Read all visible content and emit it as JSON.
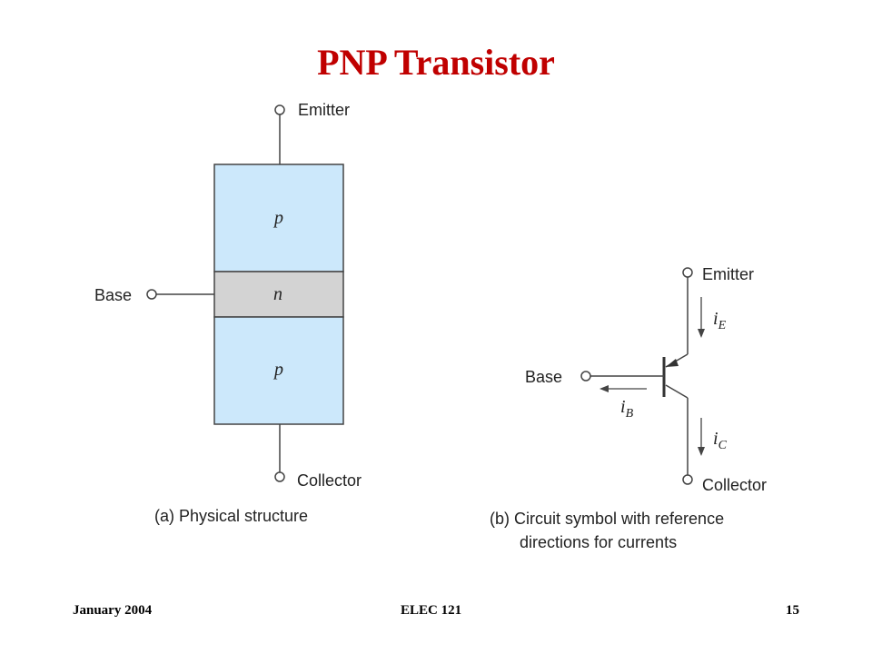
{
  "slide": {
    "title": "PNP Transistor"
  },
  "physical": {
    "emitter_label": "Emitter",
    "base_label": "Base",
    "collector_label": "Collector",
    "top_region": "p",
    "middle_region": "n",
    "bottom_region": "p",
    "caption": "(a) Physical structure",
    "colors": {
      "p_fill": "#cce8fb",
      "n_fill": "#d3d3d3",
      "outline": "#444444"
    }
  },
  "symbol": {
    "emitter_label": "Emitter",
    "base_label": "Base",
    "collector_label": "Collector",
    "ie_main": "i",
    "ie_sub": "E",
    "ib_main": "i",
    "ib_sub": "B",
    "ic_main": "i",
    "ic_sub": "C",
    "caption_line1": "(b) Circuit symbol with reference",
    "caption_line2": "directions for currents"
  },
  "footer": {
    "date": "January 2004",
    "course": "ELEC 121",
    "page": "15"
  }
}
